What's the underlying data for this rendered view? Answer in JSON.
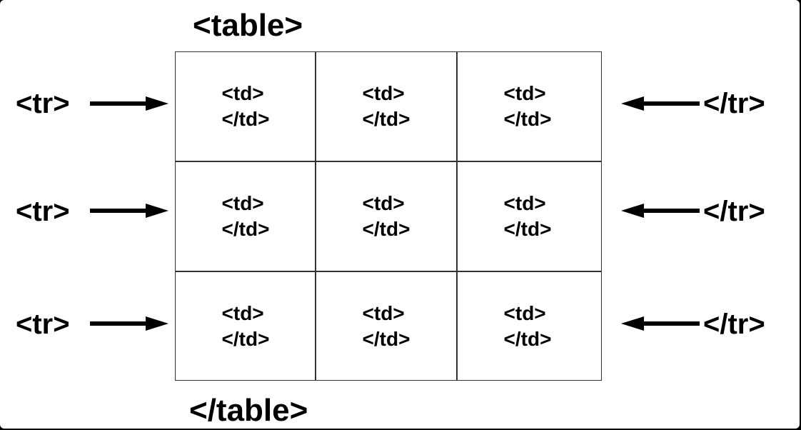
{
  "diagram": {
    "table_open": "<table>",
    "table_close": "</table>",
    "rows": [
      {
        "open": "<tr>",
        "close": "</tr>",
        "cells": [
          {
            "open": "<td>",
            "close": "</td>"
          },
          {
            "open": "<td>",
            "close": "</td>"
          },
          {
            "open": "<td>",
            "close": "</td>"
          }
        ]
      },
      {
        "open": "<tr>",
        "close": "</tr>",
        "cells": [
          {
            "open": "<td>",
            "close": "</td>"
          },
          {
            "open": "<td>",
            "close": "</td>"
          },
          {
            "open": "<td>",
            "close": "</td>"
          }
        ]
      },
      {
        "open": "<tr>",
        "close": "</tr>",
        "cells": [
          {
            "open": "<td>",
            "close": "</td>"
          },
          {
            "open": "<td>",
            "close": "</td>"
          },
          {
            "open": "<td>",
            "close": "</td>"
          }
        ]
      }
    ],
    "colors": {
      "text": "#000000",
      "grid": "#333333",
      "background": "#ffffff",
      "frame": "#000000"
    },
    "icons": {
      "left_arrow": "arrow-right-icon",
      "right_arrow": "arrow-left-icon"
    }
  }
}
